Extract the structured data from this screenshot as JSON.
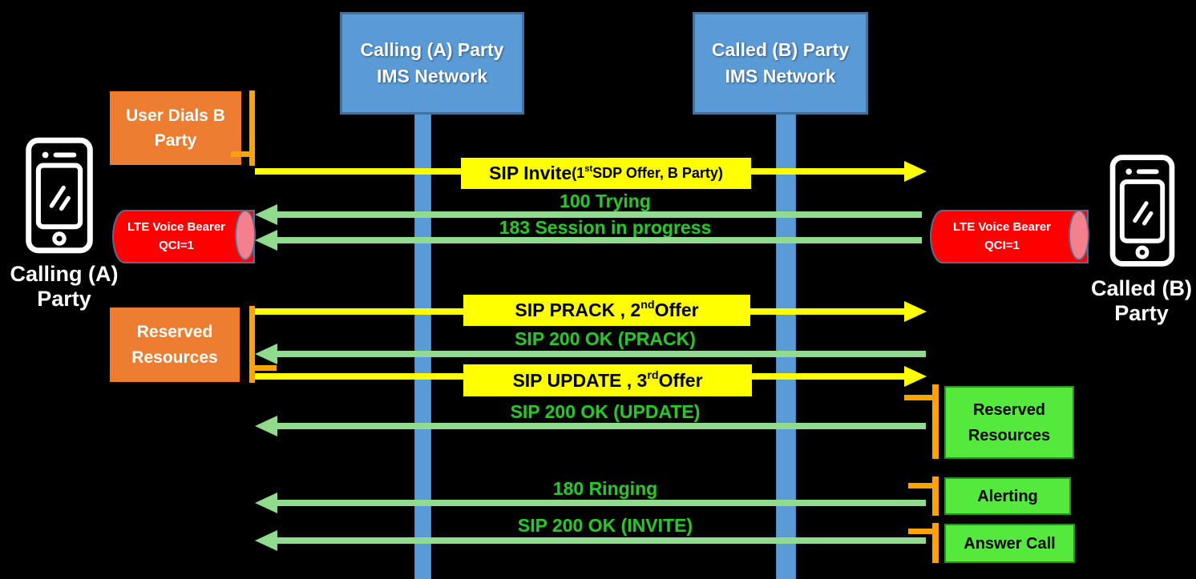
{
  "actors": {
    "calling_phone": {
      "line1": "Calling (A)",
      "line2": "Party"
    },
    "called_phone": {
      "line1": "Called (B)",
      "line2": "Party"
    },
    "calling_ims": {
      "line1": "Calling (A) Party",
      "line2": "IMS Network"
    },
    "called_ims": {
      "line1": "Called (B) Party",
      "line2": "IMS Network"
    }
  },
  "events": {
    "user_dials": {
      "line1": "User Dials B",
      "line2": "Party"
    },
    "reserved_left": {
      "line1": "Reserved",
      "line2": "Resources"
    },
    "reserved_right": {
      "line1": "Reserved",
      "line2": "Resources"
    },
    "alerting": "Alerting",
    "answer_call": "Answer Call"
  },
  "bearers": {
    "left": {
      "line1": "LTE Voice Bearer",
      "line2": "QCI=1"
    },
    "right": {
      "line1": "LTE Voice Bearer",
      "line2": "QCI=1"
    }
  },
  "messages": {
    "sip_invite": {
      "main": "SIP Invite ",
      "detail_pre": "(1",
      "sup": "st",
      "detail_post": " SDP Offer, B Party)"
    },
    "trying": "100 Trying",
    "session_progress": "183 Session in progress",
    "prack": {
      "pre": "SIP PRACK , 2",
      "sup": "nd",
      "post": " Offer"
    },
    "ok_prack": "SIP 200 OK (PRACK)",
    "update": {
      "pre": "SIP UPDATE , 3",
      "sup": "rd",
      "post": " Offer"
    },
    "ok_update": "SIP 200 OK (UPDATE)",
    "ringing": "180 Ringing",
    "ok_invite": "SIP 200 OK (INVITE)"
  },
  "colors": {
    "background": "#000000",
    "ims_blue": "#5B9BD5",
    "ims_border": "#41719C",
    "arrow_yellow": "#FFFF00",
    "arrow_green": "#90DB8E",
    "message_green_text": "#2EC22E",
    "event_orange": "#ED7D31",
    "bracket_orange": "#FFA302",
    "bearer_red": "#FF0000",
    "bearer_cap_pink": "#F4808C",
    "event_green": "#55E93E"
  }
}
